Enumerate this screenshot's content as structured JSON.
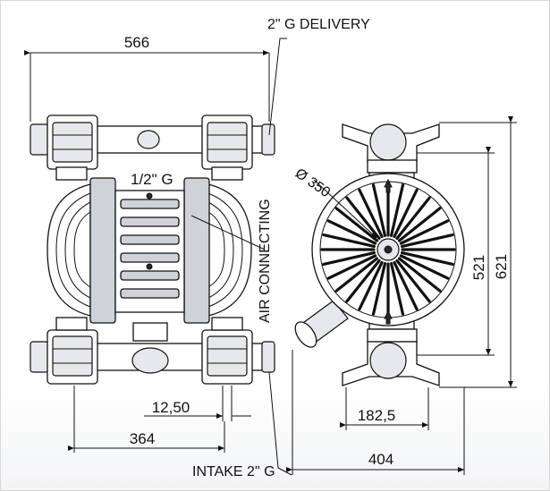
{
  "labels": {
    "delivery": "2\" G DELIVERY",
    "intake": "INTAKE 2\" G",
    "air": "AIR CONNECTING",
    "air_size": "1/2\" G",
    "diameter": "Ø  350"
  },
  "dimensions": {
    "width_front": "566",
    "body_width": "364",
    "port_width": "12,50",
    "height_inner": "521",
    "height_total": "621",
    "depth_inner": "182,5",
    "depth_total": "404"
  }
}
